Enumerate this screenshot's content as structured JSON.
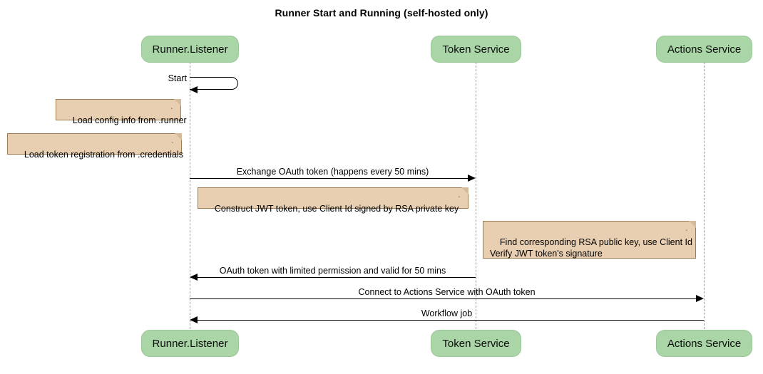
{
  "diagram": {
    "type": "sequence-diagram",
    "title": "Runner Start and Running (self-hosted only)",
    "colors": {
      "participant_fill": "#a9d5a7",
      "participant_border": "#9cc79a",
      "note_fill": "#e9cfb1",
      "note_border": "#9d7c50",
      "lifeline": "#9a9a9a",
      "message": "#000000",
      "background": "#ffffff"
    }
  },
  "participants": [
    {
      "id": "runner",
      "label": "Runner.Listener"
    },
    {
      "id": "token",
      "label": "Token Service"
    },
    {
      "id": "actions",
      "label": "Actions Service"
    }
  ],
  "participants_bottom": [
    {
      "id": "runner",
      "label": "Runner.Listener"
    },
    {
      "id": "token",
      "label": "Token Service"
    },
    {
      "id": "actions",
      "label": "Actions Service"
    }
  ],
  "messages": [
    {
      "id": "start",
      "label": "Start",
      "kind": "self",
      "from": "runner",
      "to": "runner"
    },
    {
      "id": "exchange-oauth-token",
      "label": "Exchange OAuth token (happens every 50 mins)",
      "kind": "arrow",
      "direction": "right",
      "from": "runner",
      "to": "token"
    },
    {
      "id": "oauth-token-reply",
      "label": "OAuth token with limited permission and valid for 50 mins",
      "kind": "arrow",
      "direction": "left",
      "from": "token",
      "to": "runner"
    },
    {
      "id": "connect-actions-service",
      "label": "Connect to Actions Service with OAuth token",
      "kind": "arrow",
      "direction": "right",
      "from": "runner",
      "to": "actions"
    },
    {
      "id": "workflow-job",
      "label": "Workflow job",
      "kind": "arrow",
      "direction": "left",
      "from": "actions",
      "to": "runner"
    }
  ],
  "notes": [
    {
      "id": "note-load-config",
      "text": "Load config info from .runner"
    },
    {
      "id": "note-load-token-registration",
      "text": "Load token registration from .credentials"
    },
    {
      "id": "note-construct-jwt",
      "text": "Construct JWT token, use Client Id signed by RSA private key"
    },
    {
      "id": "note-verify-jwt",
      "text": "Find corresponding RSA public key, use Client Id\nVerify JWT token's signature"
    }
  ]
}
